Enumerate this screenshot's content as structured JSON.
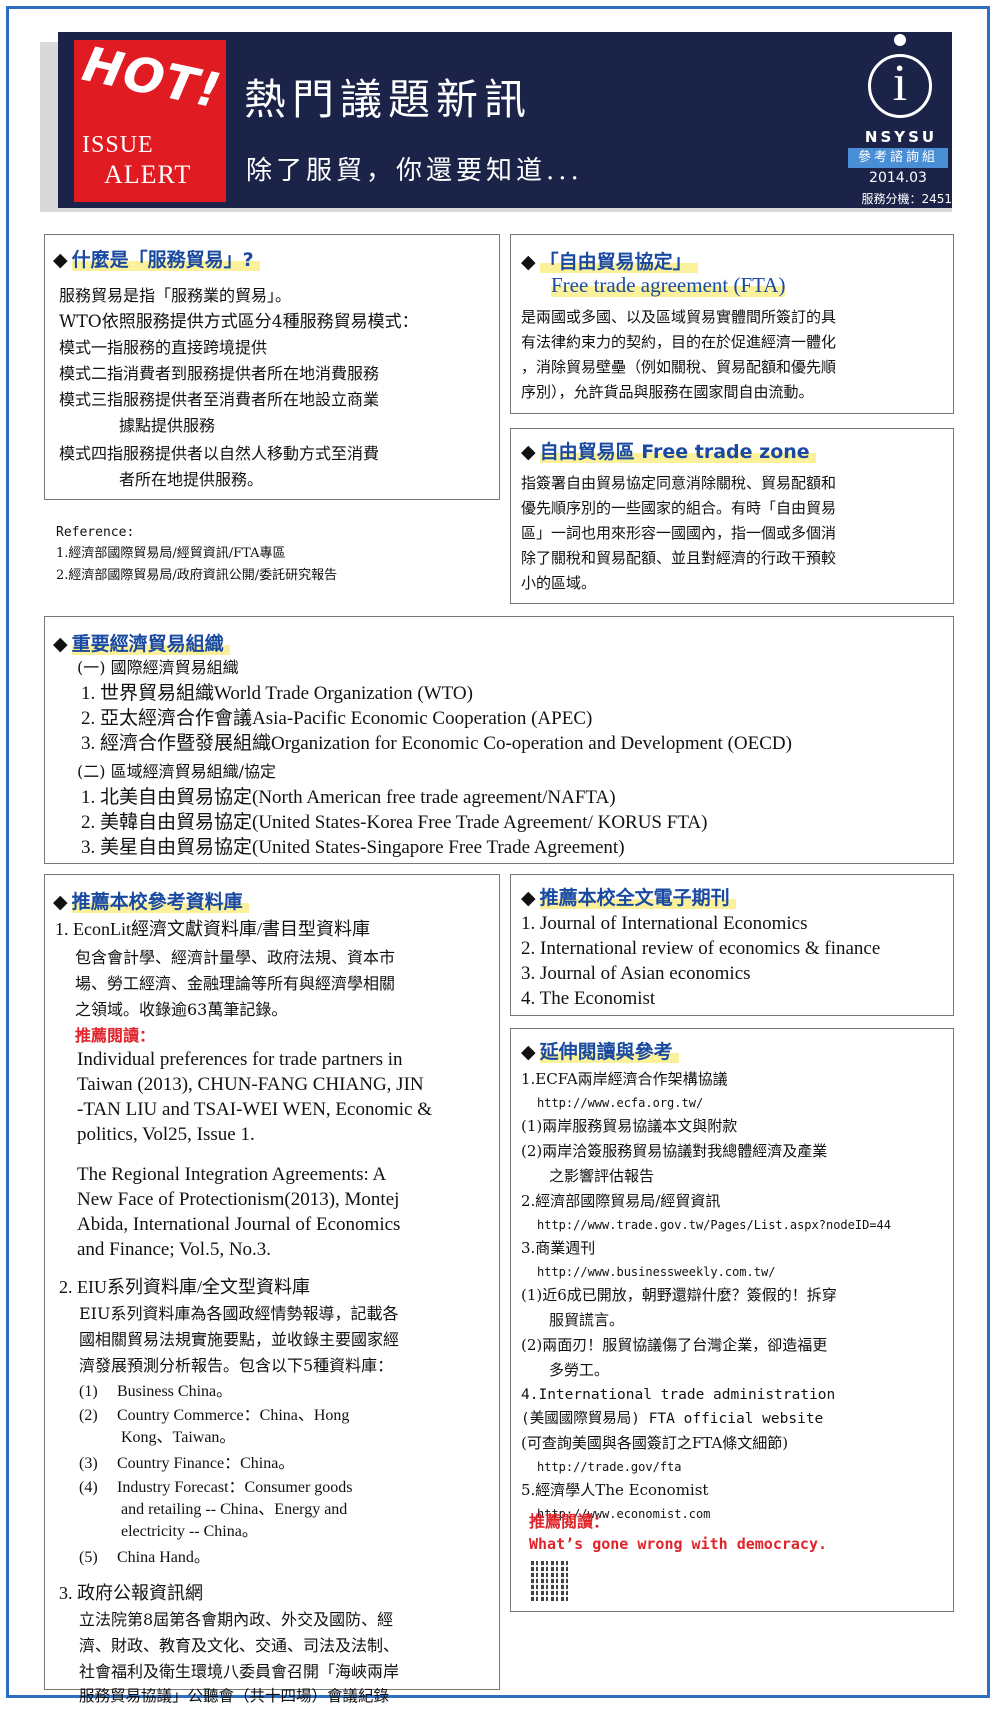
{
  "header": {
    "hot": "HOT!",
    "issue": "ISSUE",
    "alert": "ALERT",
    "title": "熱門議題新訊",
    "subtitle": "除了服貿，你還要知道...",
    "logo_char": "i",
    "logo_name": "NSYSU",
    "department": "參考諮詢組",
    "date": "2014.03",
    "extension": "服務分機：2451"
  },
  "services_trade": {
    "title": "什麼是「服務貿易」?",
    "lines": [
      "服務貿易是指「服務業的貿易」。",
      "WTO依照服務提供方式區分4種服務貿易模式：",
      "模式一指服務的直接跨境提供",
      "模式二指消費者到服務提供者所在地消費服務",
      "模式三指服務提供者至消費者所在地設立商業",
      "據點提供服務",
      "模式四指服務提供者以自然人移動方式至消費",
      "者所在地提供服務。"
    ]
  },
  "references": {
    "label": "Reference:",
    "items": [
      "1.經濟部國際貿易局/經貿資訊/FTA專區",
      "2.經濟部國際貿易局/政府資訊公開/委託研究報告"
    ]
  },
  "fta": {
    "title": "「自由貿易協定」",
    "subtitle": "Free trade agreement (FTA)",
    "lines": [
      "是兩國或多國、以及區域貿易實體間所簽訂的具",
      "有法律約束力的契約，目的在於促進經濟一體化",
      "，消除貿易壁壘（例如關稅、貿易配額和優先順",
      "序別），允許貨品與服務在國家間自由流動。"
    ]
  },
  "ftz": {
    "title": "自由貿易區 Free trade zone",
    "lines": [
      "指簽署自由貿易協定同意消除關稅、貿易配額和",
      "優先順序別的一些國家的組合。有時「自由貿易",
      "區」一詞也用來形容一國國內，指一個或多個消",
      "除了關稅和貿易配額、並且對經濟的行政干預較",
      "小的區域。"
    ]
  },
  "organizations": {
    "title": "重要經濟貿易組織",
    "intl_heading": "(一) 國際經濟貿易組織",
    "intl": [
      "1. 世界貿易組織World Trade Organization (WTO)",
      "2. 亞太經濟合作會議Asia-Pacific Economic Cooperation (APEC)",
      "3. 經濟合作暨發展組織Organization for Economic Co-operation and Development (OECD)"
    ],
    "regional_heading": "(二) 區域經濟貿易組織/協定",
    "regional": [
      "1. 北美自由貿易協定(North American free trade agreement/NAFTA)",
      "2. 美韓自由貿易協定(United States-Korea Free Trade Agreement/ KORUS FTA)",
      "3. 美星自由貿易協定(United States-Singapore Free Trade Agreement)"
    ]
  },
  "databases": {
    "title": "推薦本校參考資料庫",
    "econlit_heading": "1. EconLit經濟文獻資料庫/書目型資料庫",
    "econlit_desc": [
      "包含會計學、經濟計量學、政府法規、資本市",
      "場、勞工經濟、金融理論等所有與經濟學相關",
      "之領域。收錄逾63萬筆記錄。"
    ],
    "recommend_label": "推薦閱讀：",
    "reading1": [
      "Individual preferences for trade partners in",
      "Taiwan (2013), CHUN-FANG CHIANG, JIN",
      "-TAN LIU and TSAI-WEI WEN, Economic &",
      "politics, Vol25, Issue 1."
    ],
    "reading2": [
      "The Regional Integration Agreements: A",
      "New Face of Protectionism(2013), Montej",
      "Abida, International Journal of Economics",
      "and Finance; Vol.5, No.3."
    ],
    "eiu_heading": "2. EIU系列資料庫/全文型資料庫",
    "eiu_desc": [
      "EIU系列資料庫為各國政經情勢報導，記載各",
      "國相關貿易法規實施要點，並收錄主要國家經",
      "濟發展預測分析報告。包含以下5種資料庫："
    ],
    "eiu_items": [
      {
        "num": "(1)",
        "lines": [
          "Business China。"
        ]
      },
      {
        "num": "(2)",
        "lines": [
          "Country Commerce：China、Hong",
          "Kong、Taiwan。"
        ]
      },
      {
        "num": "(3)",
        "lines": [
          "Country Finance：China。"
        ]
      },
      {
        "num": "(4)",
        "lines": [
          "Industry Forecast：Consumer goods",
          "and retailing -- China、Energy and",
          "electricity -- China。"
        ]
      },
      {
        "num": "(5)",
        "lines": [
          "China Hand。"
        ]
      }
    ],
    "gov_heading": "3. 政府公報資訊網",
    "gov_desc": [
      "立法院第8屆第各會期內政、外交及國防、經",
      "濟、財政、教育及文化、交通、司法及法制、",
      "社會福利及衛生環境八委員會召開「海峽兩岸",
      "服務貿易協議」公聽會（共十四場）會議紀錄"
    ]
  },
  "journals": {
    "title": "推薦本校全文電子期刊",
    "items": [
      "1. Journal of International Economics",
      "2. International review of economics & finance",
      "3. Journal of Asian economics",
      "4. The Economist"
    ]
  },
  "further": {
    "title": "延伸閱讀與參考",
    "lines": [
      {
        "text": "1.ECFA兩岸經濟合作架構協議",
        "style": "t"
      },
      {
        "text": "http://www.ecfa.org.tw/",
        "style": "mono"
      },
      {
        "text": "(1)兩岸服務貿易協議本文與附款",
        "style": "t"
      },
      {
        "text": "(2)兩岸洽簽服務貿易協議對我總體經濟及產業",
        "style": "t"
      },
      {
        "text": "之影響評估報告",
        "style": "t-indent"
      },
      {
        "text": "2.經濟部國際貿易局/經貿資訊",
        "style": "t"
      },
      {
        "text": "http://www.trade.gov.tw/Pages/List.aspx?nodeID=44",
        "style": "mono"
      },
      {
        "text": "3.商業週刊",
        "style": "t"
      },
      {
        "text": "http://www.businessweekly.com.tw/",
        "style": "mono"
      },
      {
        "text": "(1)近6成已開放，朝野還辯什麼？簽假的！拆穿",
        "style": "t"
      },
      {
        "text": "服貿謊言。",
        "style": "t-indent"
      },
      {
        "text": "(2)兩面刃！服貿協議傷了台灣企業，卻造福更",
        "style": "t"
      },
      {
        "text": "多勞工。",
        "style": "t-indent"
      },
      {
        "text": "4.International trade administration",
        "style": "monoL"
      },
      {
        "text": "(美國國際貿易局) FTA official website",
        "style": "monoL"
      },
      {
        "text": "(可查詢美國與各國簽訂之FTA條文細節)",
        "style": "t"
      },
      {
        "text": "http://trade.gov/fta",
        "style": "mono"
      },
      {
        "text": "5.經濟學人The Economist",
        "style": "t"
      },
      {
        "text": "http://www.economist.com",
        "style": "mono"
      }
    ],
    "recommend_label": "推薦閱讀：",
    "recommend_title": "What’s gone wrong with democracy."
  }
}
